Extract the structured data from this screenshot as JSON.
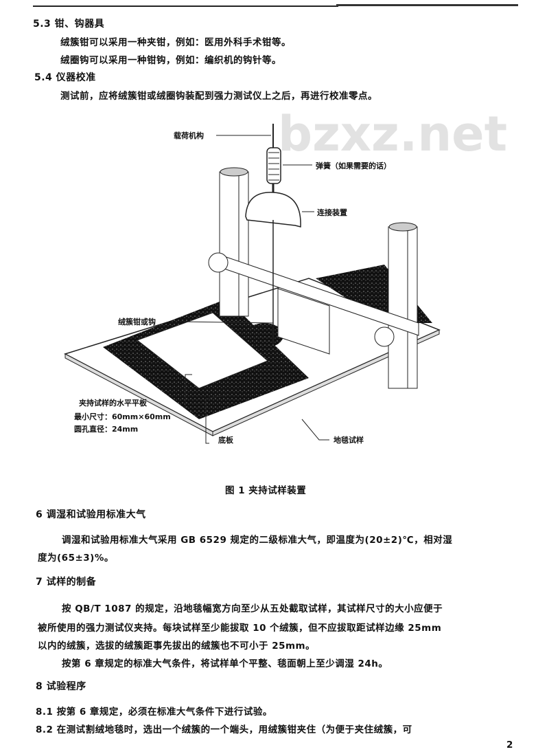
{
  "watermark": "bzxz.net",
  "sections": {
    "s53_heading": "5.3  钳、钩器具",
    "s53_line1": "绒簇钳可以采用一种夹钳，例如：医用外科手术钳等。",
    "s53_line2": "绒圈钩可以采用一种钳钩，例如：编织机的钩针等。",
    "s54_heading": "5.4  仪器校准",
    "s54_line1": "测试前，应将绒簇钳或绒圈钩装配到强力测试仪上之后，再进行校准零点。",
    "s6_heading": "6   调湿和试验用标准大气",
    "s6_line1": "调湿和试验用标准大气采用 GB 6529 规定的二级标准大气，即温度为(20±2)℃，相对湿",
    "s6_line2": "度为(65±3)%。",
    "s7_heading": "7   试样的制备",
    "s7_line1": "按 QB/T 1087 的规定，沿地毯幅宽方向至少从五处截取试样，其试样尺寸的大小应便于",
    "s7_line2": "被所使用的强力测试仪夹持。每块试样至少能拔取 10 个绒簇，但不应拔取距试样边缘 25mm",
    "s7_line3": "以内的绒簇，选拔的绒簇距事先拔出的绒簇也不可小于 25mm。",
    "s7_line4": "按第 6 章规定的标准大气条件，将试样单个平整、毯面朝上至少调湿 24h。",
    "s8_heading": "8   试验程序",
    "s81": "8.1   按第 6 章规定，必须在标准大气条件下进行试验。",
    "s82": "8.2   在测试割绒地毯时，选出一个绒簇的一个端头，用绒簇钳夹住（为便于夹住绒簇，可"
  },
  "figure": {
    "caption": "图 1   夹持试样装置",
    "labels": {
      "load_mechanism": "载荷机构",
      "spring": "弹簧（如果需要的话）",
      "connector": "连接装置",
      "tuft_clamp": "绒簇钳或钩",
      "plate": "夹持试样的水平平板",
      "min_size": "最小尺寸：60mm×60mm",
      "hole_diameter": "圆孔直径：24mm",
      "base_plate": "底板",
      "carpet_sample": "地毯试样"
    }
  },
  "page_number": "2"
}
